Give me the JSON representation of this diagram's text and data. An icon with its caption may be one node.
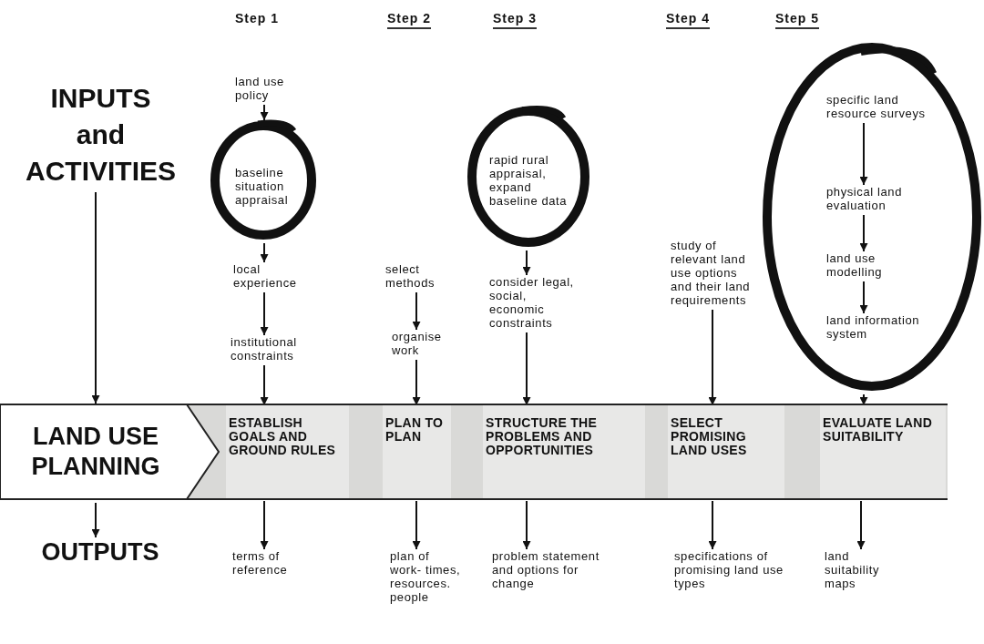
{
  "diagram": {
    "nodes": [
      {
        "text": [
          "INPUTS and ACTIVITIES"
        ]
      },
      {
        "text": [
          "land use policy"
        ]
      },
      {
        "text": [
          "baseline situation appraisal"
        ]
      },
      {
        "text": [
          "local experience"
        ]
      },
      {
        "text": [
          "institutional constraints"
        ]
      },
      {
        "text": [
          "select methods"
        ]
      },
      {
        "text": [
          "organise work"
        ]
      },
      {
        "text": [
          "rapid rural appraisal, expand baseline data"
        ]
      },
      {
        "text": [
          "consider legal, social, economic constraints"
        ]
      },
      {
        "text": [
          "study of relevant land use options and their land requirements"
        ]
      },
      {
        "text": [],
        "shape": "circle"
      },
      {
        "text": [
          "specific land resource surveys"
        ],
        "in": 10
      },
      {
        "text": [
          "physical land evaluation"
        ],
        "in": 10
      },
      {
        "text": [
          "land use modelling"
        ],
        "in": 10
      },
      {
        "text": [
          "land information system"
        ],
        "in": 10
      },
      {
        "text": [
          "LAND USE PLANNING"
        ]
      },
      {
        "text": [],
        "shape": "bar"
      },
      {
        "text": [
          "ESTABLISH GOALS AND GROUND RULES"
        ],
        "in": 16
      },
      {
        "text": [
          "PLAN TO PLAN"
        ],
        "in": 16
      },
      {
        "text": [
          "STRUCTURE THE PROBLEMS AND OPPORTUNITIES"
        ],
        "in": 16
      },
      {
        "text": [
          "SELECT PROMISING LAND USES"
        ],
        "in": 16
      },
      {
        "text": [
          "EVALUATE LAND SUITABILITY"
        ],
        "in": 16
      },
      {
        "text": [
          "OUTPUTS"
        ]
      },
      {
        "text": [
          "terms of reference"
        ]
      },
      {
        "text": [
          "plan of work- times, resources. people"
        ]
      },
      {
        "text": [
          "problem statement and options for change"
        ]
      },
      {
        "text": [
          "specifications of promising land use types"
        ]
      },
      {
        "text": [
          "land suitability maps"
        ]
      }
    ],
    "edges": [
      {
        "from": 0,
        "to": 15,
        "arrow": "to"
      },
      {
        "from": 1,
        "to": 2,
        "arrow": "to"
      },
      {
        "from": 2,
        "to": 3,
        "arrow": "to"
      },
      {
        "from": 3,
        "to": 4,
        "arrow": "to"
      },
      {
        "from": 4,
        "to": 17,
        "arrow": "to"
      },
      {
        "from": 5,
        "to": 6,
        "arrow": "to"
      },
      {
        "from": 6,
        "to": 18,
        "arrow": "to"
      },
      {
        "from": 7,
        "to": 8,
        "arrow": "to"
      },
      {
        "from": 8,
        "to": 19,
        "arrow": "to"
      },
      {
        "from": 9,
        "to": 20,
        "arrow": "to"
      },
      {
        "from": 11,
        "to": 12,
        "arrow": "to"
      },
      {
        "from": 12,
        "to": 13,
        "arrow": "to"
      },
      {
        "from": 13,
        "to": 14,
        "arrow": "to"
      },
      {
        "from": 10,
        "to": 21,
        "arrow": "to"
      },
      {
        "from": 15,
        "to": 22,
        "arrow": "to"
      },
      {
        "from": 17,
        "to": 23,
        "arrow": "to"
      },
      {
        "from": 18,
        "to": 24,
        "arrow": "to"
      },
      {
        "from": 19,
        "to": 25,
        "arrow": "to"
      },
      {
        "from": 20,
        "to": 26,
        "arrow": "to"
      },
      {
        "from": 21,
        "to": 27,
        "arrow": "to"
      }
    ],
    "labels": [
      "Step 1",
      "Step 2",
      "Step 3",
      "Step 4",
      "Step 5"
    ]
  }
}
